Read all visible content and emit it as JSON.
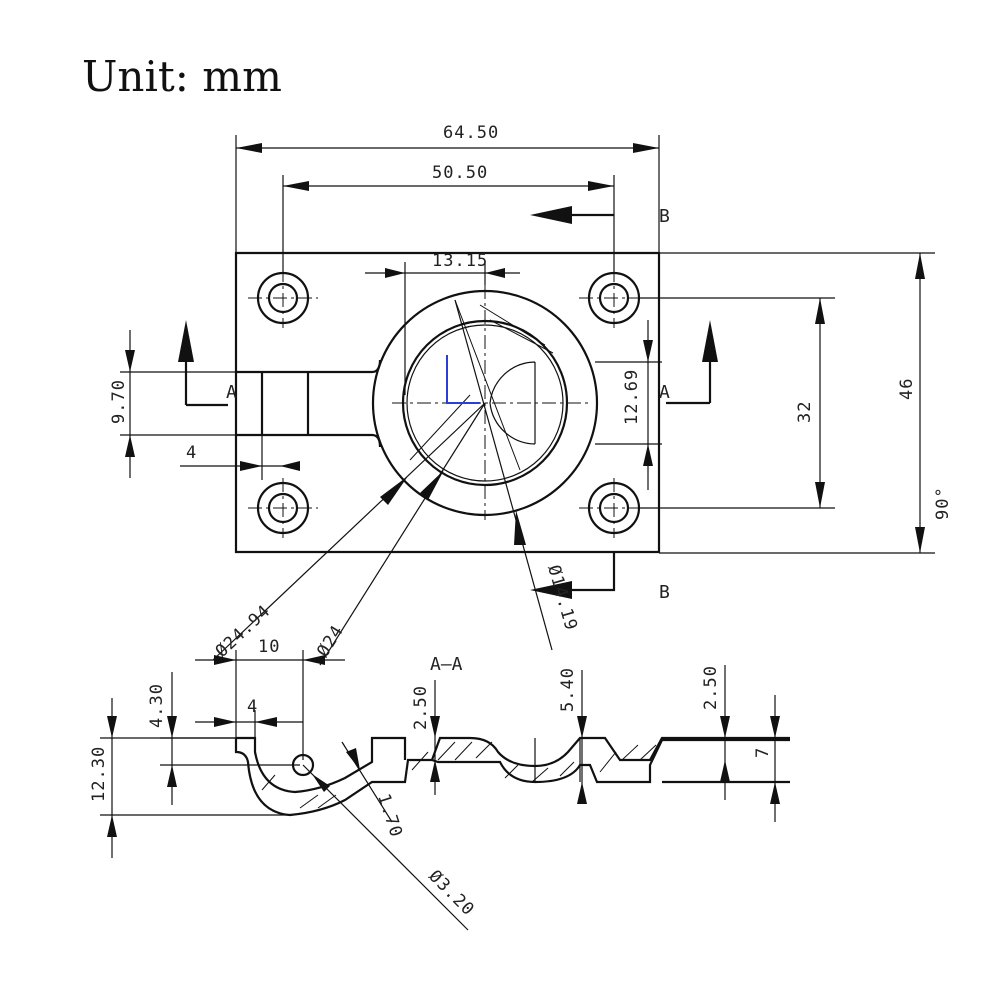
{
  "title": "Unit: mm",
  "dimensions": {
    "overall_width": "64.50",
    "hole_spacing_x": "50.50",
    "boss_offset": "13.15",
    "tab_height": "9.70",
    "tab_offset": "4",
    "slot_width": "12.69",
    "hole_spacing_y": "32",
    "overall_height": "46",
    "angle": "90°",
    "outer_diameter": "Ø24.94",
    "inner_diameter": "Ø24",
    "ring_diameter": "Ø14.19",
    "section_width": "10",
    "section_offset": "4",
    "tab_drop": "4.30",
    "total_height": "12.30",
    "flange_thickness": "2.50",
    "recess_depth": "5.40",
    "flange_thickness_right": "2.50",
    "plate_height": "7",
    "bend_thickness": "1.70",
    "pin_hole": "Ø3.20"
  },
  "labels": {
    "section_a": "A",
    "section_b": "B",
    "section_view": "A–A"
  },
  "colors": {
    "line": "#111111",
    "axis_blue": "#2b3fd6"
  }
}
